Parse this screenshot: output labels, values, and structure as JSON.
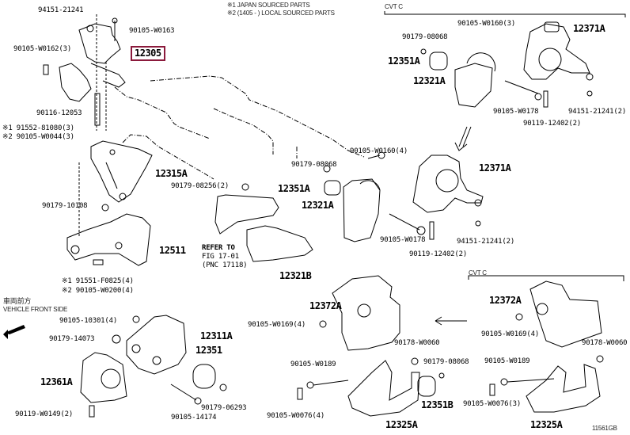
{
  "notes": {
    "note1": "※1 JAPAN SOURCED PARTS",
    "note2": "※2 (1405 -        ) LOCAL SOURCED PARTS"
  },
  "section_labels": {
    "cvt_top": "CVT C",
    "cvt_bottom": "CVT C",
    "vehicle_front_jp": "車両前方",
    "vehicle_front_en": "VEHICLE FRONT SIDE"
  },
  "highlight_color": "#8b1a3c",
  "figure_code": "11561GB",
  "reference": {
    "line1": "REFER TO",
    "line2": "FIG 17-01",
    "line3": "(PNC 17118)"
  },
  "labels": {
    "l_94151_21241_a": "94151-21241",
    "l_90105_w0163": "90105-W0163",
    "l_90105_w0162": "90105-W0162(3)",
    "l_12305": "12305",
    "l_90116_12053": "90116-12053",
    "l_191552_81080": "※1 91552-81080(3)",
    "l_290105_w0044": "※2 90105-W0044(3)",
    "l_12315a": "12315A",
    "l_90179_10108": "90179-10108",
    "l_90179_08256": "90179-08256(2)",
    "l_12511": "12511",
    "l_191551_f0825": "※1 91551-F0825(4)",
    "l_290105_w0200": "※2 90105-W0200(4)",
    "l_12321b": "12321B",
    "l_90179_08068_mid": "90179-08068",
    "l_90105_w0160_4": "90105-W0160(4)",
    "l_12351a_mid": "12351A",
    "l_12321a_mid": "12321A",
    "l_12371a_mid": "12371A",
    "l_90105_w0178_mid": "90105-W0178",
    "l_90119_12402_mid": "90119-12402(2)",
    "l_94151_21241_mid": "94151-21241(2)",
    "l_90179_08068_top": "90179-08068",
    "l_90105_w0160_3": "90105-W0160(3)",
    "l_12351a_top": "12351A",
    "l_12321a_top": "12321A",
    "l_12371a_top": "12371A",
    "l_90105_w0178_top": "90105-W0178",
    "l_90119_12402_top": "90119-12402(2)",
    "l_94151_21241_top": "94151-21241(2)",
    "l_90105_10301": "90105-10301(4)",
    "l_90179_14073": "90179-14073",
    "l_12311a": "12311A",
    "l_12351": "12351",
    "l_12361a": "12361A",
    "l_90179_06293": "90179-06293",
    "l_90105_14174": "90105-14174",
    "l_90119_w0149": "90119-W0149(2)",
    "l_12372a_mid": "12372A",
    "l_90105_w0169_mid": "90105-W0169(4)",
    "l_90178_w0060_mid": "90178-W0060",
    "l_90105_w0189_mid": "90105-W0189",
    "l_90179_08068_bot": "90179-08068",
    "l_90105_w0076_4": "90105-W0076(4)",
    "l_12351b": "12351B",
    "l_12325a_mid": "12325A",
    "l_12372a_right": "12372A",
    "l_90105_w0169_right": "90105-W0169(4)",
    "l_90178_w0060_right": "90178-W0060",
    "l_90105_w0189_right": "90105-W0189",
    "l_90105_w0076_3": "90105-W0076(3)",
    "l_12325a_right": "12325A"
  }
}
